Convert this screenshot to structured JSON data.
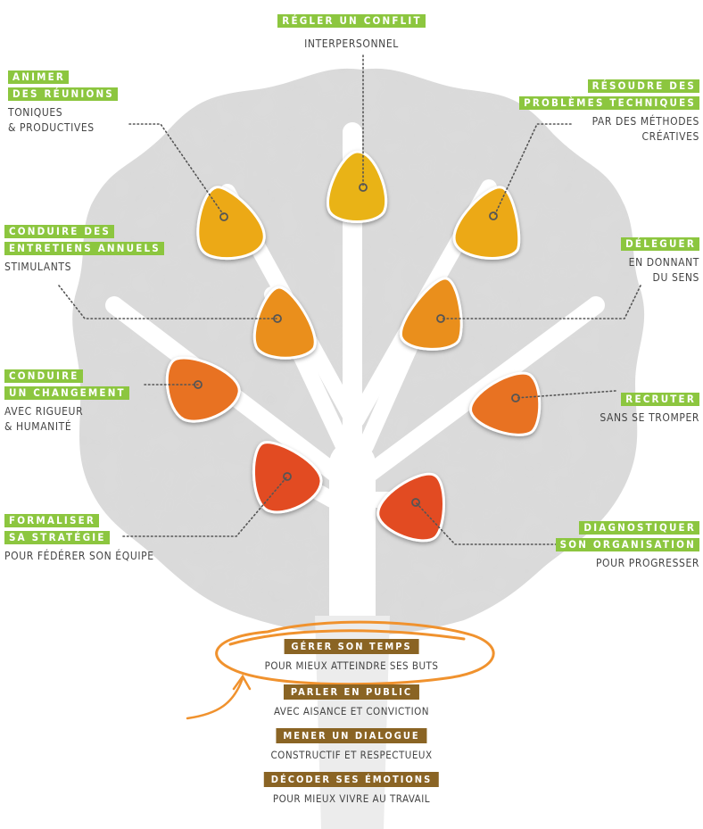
{
  "colors": {
    "green": "#8cc63f",
    "brown": "#8a6424",
    "orange_ring": "#f0922e",
    "tree_bg": "#dcdcdc"
  },
  "branches": [
    {
      "id": "conflit",
      "tag_lines": [
        "RÉGLER UN CONFLIT"
      ],
      "sub": "INTERPERSONNEL",
      "fruit_color": "#e9b314"
    },
    {
      "id": "reunions",
      "tag_lines": [
        "ANIMER",
        "DES RÉUNIONS"
      ],
      "sub": "TONIQUES\n& PRODUCTIVES",
      "fruit_color": "#eca919"
    },
    {
      "id": "problemes",
      "tag_lines": [
        "RÉSOUDRE DES",
        "PROBLÈMES TECHNIQUES"
      ],
      "sub": "PAR DES MÉTHODES\nCRÉATIVES",
      "fruit_color": "#eca919"
    },
    {
      "id": "entretiens",
      "tag_lines": [
        "CONDUIRE DES",
        "ENTRETIENS ANNUELS"
      ],
      "sub": "STIMULANTS",
      "fruit_color": "#ea8f1a"
    },
    {
      "id": "deleguer",
      "tag_lines": [
        "DÉLEGUER"
      ],
      "sub": "EN DONNANT\nDU SENS",
      "fruit_color": "#ea8f1a"
    },
    {
      "id": "changement",
      "tag_lines": [
        "CONDUIRE",
        "UN CHANGEMENT"
      ],
      "sub": "AVEC RIGUEUR\n& HUMANITÉ",
      "fruit_color": "#e87220"
    },
    {
      "id": "recruter",
      "tag_lines": [
        "RECRUTER"
      ],
      "sub": "SANS SE TROMPER",
      "fruit_color": "#e87220"
    },
    {
      "id": "strategie",
      "tag_lines": [
        "FORMALISER",
        "SA STRATÉGIE"
      ],
      "sub": "POUR FÉDÉRER SON ÉQUIPE",
      "fruit_color": "#e24b22"
    },
    {
      "id": "organisation",
      "tag_lines": [
        "DIAGNOSTIQUER",
        "SON ORGANISATION"
      ],
      "sub": "POUR PROGRESSER",
      "fruit_color": "#e24b22"
    }
  ],
  "base": [
    {
      "tag": "GÉRER SON TEMPS",
      "sub": "POUR MIEUX ATTEINDRE SES BUTS",
      "circled": true
    },
    {
      "tag": "PARLER EN PUBLIC",
      "sub": "AVEC AISANCE ET CONVICTION"
    },
    {
      "tag": "MENER UN DIALOGUE",
      "sub": "CONSTRUCTIF ET RESPECTUEUX"
    },
    {
      "tag": "DÉCODER SES ÉMOTIONS",
      "sub": "POUR MIEUX VIVRE AU TRAVAIL"
    }
  ]
}
